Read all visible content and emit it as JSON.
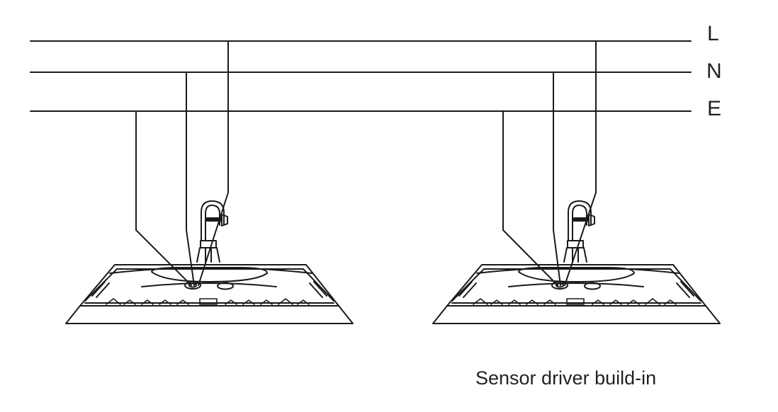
{
  "bus": {
    "l_label": "L",
    "n_label": "N",
    "e_label": "E"
  },
  "caption": "Sensor driver build-in",
  "colors": {
    "line": "#1a1a1a",
    "background": "#ffffff"
  },
  "fixtures": [
    {
      "name": "fixture-left"
    },
    {
      "name": "fixture-right"
    }
  ]
}
